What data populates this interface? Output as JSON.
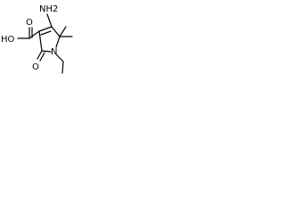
{
  "molecule": {
    "atom_labels": {
      "amine": "NH2",
      "acid_carbonyl_o": "O",
      "acid_hydroxyl": "HO",
      "ring_carbonyl_o": "O",
      "ring_nitrogen": "N"
    }
  }
}
